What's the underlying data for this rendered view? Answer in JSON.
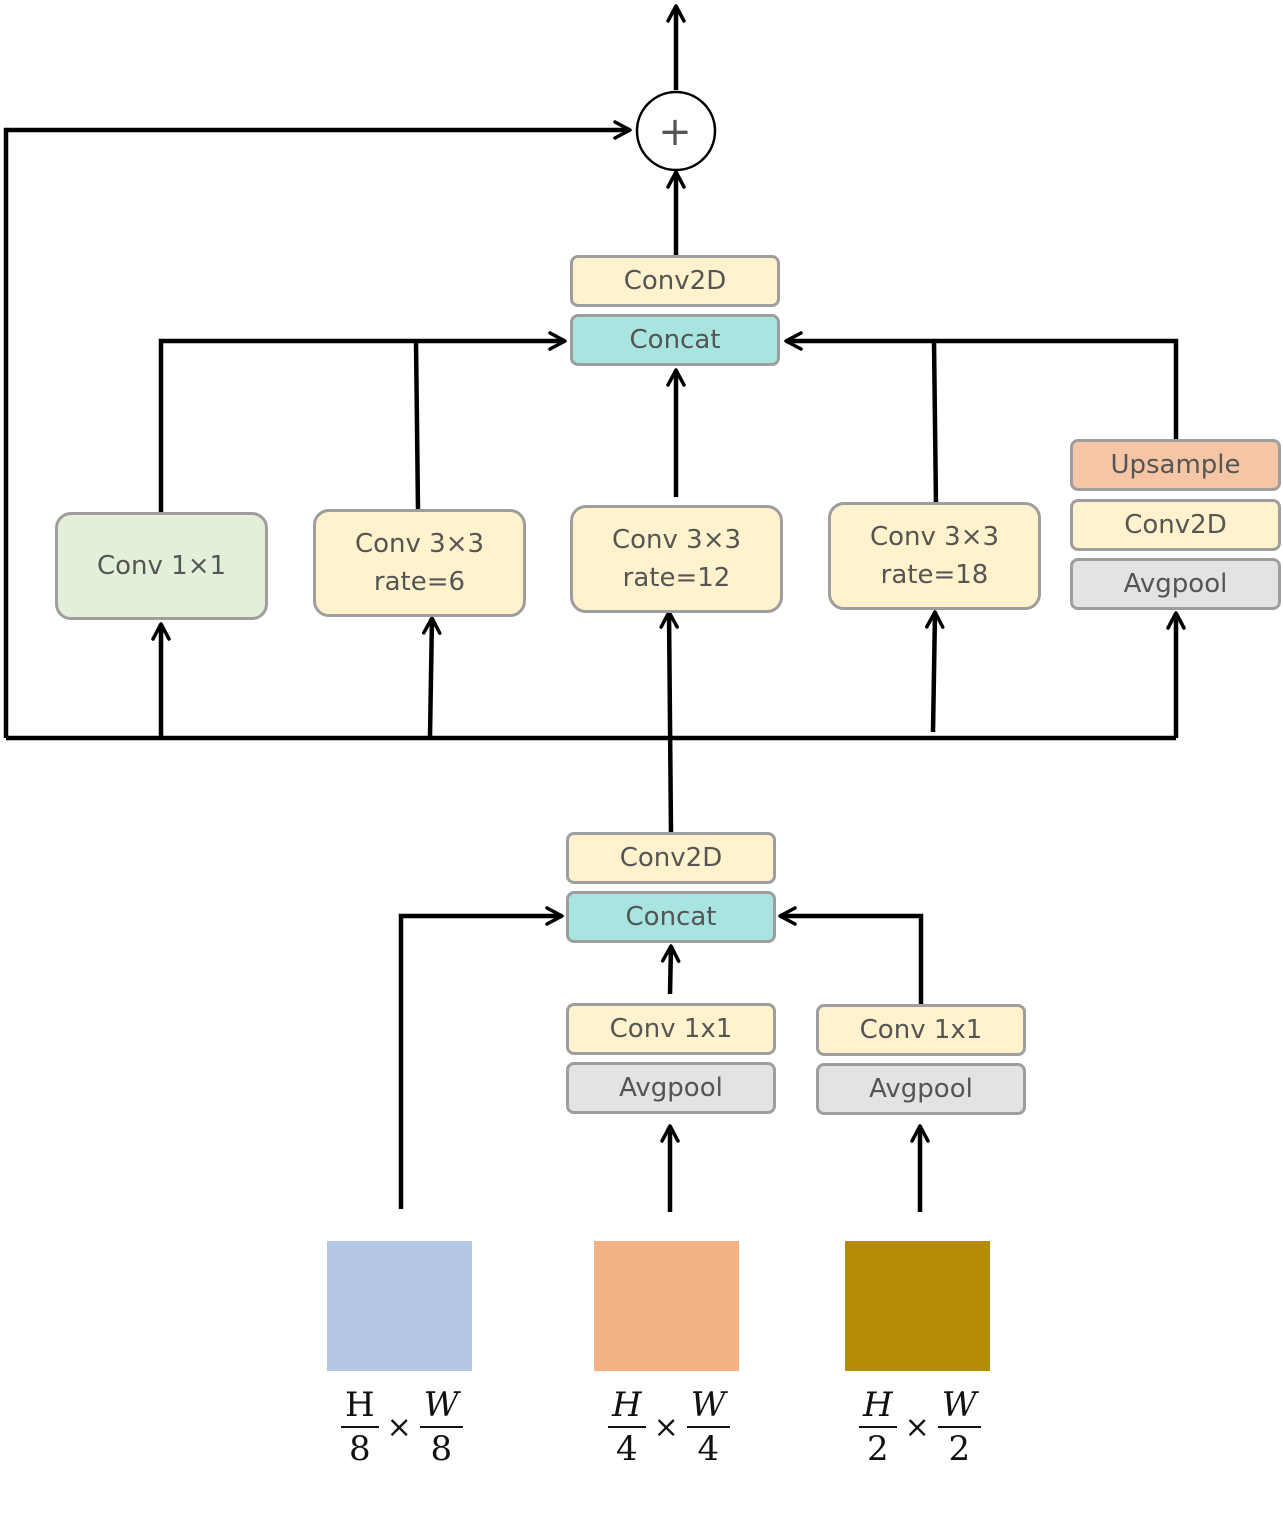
{
  "aspp": {
    "head_conv": "Conv2D",
    "concat": "Concat",
    "sum_symbol": "+",
    "branches": [
      {
        "label": "Conv 1×1"
      },
      {
        "label": "Conv 3×3",
        "rate": "rate=6"
      },
      {
        "label": "Conv 3×3",
        "rate": "rate=12"
      },
      {
        "label": "Conv 3×3",
        "rate": "rate=18"
      }
    ],
    "pool_branch": {
      "upsample": "Upsample",
      "conv": "Conv2D",
      "pool": "Avgpool"
    }
  },
  "fusion": {
    "head_conv": "Conv2D",
    "concat": "Concat",
    "paths": [
      {
        "conv": "Conv 1x1",
        "pool": "Avgpool"
      },
      {
        "conv": "Conv 1x1",
        "pool": "Avgpool"
      }
    ]
  },
  "inputs": [
    {
      "color": "#b4c7e7",
      "h_num": "H",
      "h_den": "8",
      "w_num": "W",
      "w_den": "8",
      "times": "×"
    },
    {
      "color": "#f4b183",
      "h_num": "H",
      "h_den": "4",
      "w_num": "W",
      "w_den": "4",
      "times": "×"
    },
    {
      "color": "#b48b04",
      "h_num": "H",
      "h_den": "2",
      "w_num": "W",
      "w_den": "2",
      "times": "×"
    }
  ]
}
